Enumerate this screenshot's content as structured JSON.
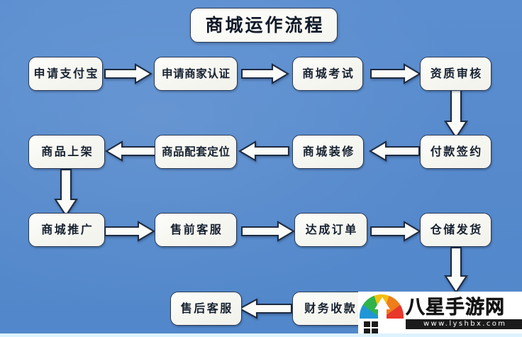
{
  "title": {
    "text": "商城运作流程"
  },
  "colors": {
    "background": "#5589cc",
    "box_fill": "#f8f8f3",
    "box_border": "#2b3a55",
    "arrow_fill": "#fbfbf8",
    "arrow_border": "#1d2b42",
    "text": "#15202f"
  },
  "nodes": [
    {
      "id": "apply-alipay",
      "label": "申请支付宝",
      "row": 1,
      "col": 1
    },
    {
      "id": "apply-merchant",
      "label": "申请商家认证",
      "row": 1,
      "col": 2
    },
    {
      "id": "mall-exam",
      "label": "商城考试",
      "row": 1,
      "col": 3
    },
    {
      "id": "qualification-audit",
      "label": "资质审核",
      "row": 1,
      "col": 4
    },
    {
      "id": "payment-contract",
      "label": "付款签约",
      "row": 2,
      "col": 4
    },
    {
      "id": "mall-decoration",
      "label": "商城装修",
      "row": 2,
      "col": 3
    },
    {
      "id": "product-positioning",
      "label": "商品配套定位",
      "row": 2,
      "col": 2
    },
    {
      "id": "product-listing",
      "label": "商品上架",
      "row": 2,
      "col": 1
    },
    {
      "id": "mall-promotion",
      "label": "商城推广",
      "row": 3,
      "col": 1
    },
    {
      "id": "presale-service",
      "label": "售前客服",
      "row": 3,
      "col": 2
    },
    {
      "id": "order-placed",
      "label": "达成订单",
      "row": 3,
      "col": 3
    },
    {
      "id": "warehouse-shipping",
      "label": "仓储发货",
      "row": 3,
      "col": 4
    },
    {
      "id": "finance-receipt",
      "label": "财务收款",
      "row": 4,
      "col": 3
    },
    {
      "id": "aftersale-service",
      "label": "售后客服",
      "row": 4,
      "col": 2
    }
  ],
  "connections": [
    {
      "from": "apply-alipay",
      "to": "apply-merchant",
      "direction": "right"
    },
    {
      "from": "apply-merchant",
      "to": "mall-exam",
      "direction": "right"
    },
    {
      "from": "mall-exam",
      "to": "qualification-audit",
      "direction": "right"
    },
    {
      "from": "qualification-audit",
      "to": "payment-contract",
      "direction": "down"
    },
    {
      "from": "payment-contract",
      "to": "mall-decoration",
      "direction": "left"
    },
    {
      "from": "mall-decoration",
      "to": "product-positioning",
      "direction": "left"
    },
    {
      "from": "product-positioning",
      "to": "product-listing",
      "direction": "left"
    },
    {
      "from": "product-listing",
      "to": "mall-promotion",
      "direction": "down"
    },
    {
      "from": "mall-promotion",
      "to": "presale-service",
      "direction": "right"
    },
    {
      "from": "presale-service",
      "to": "order-placed",
      "direction": "right"
    },
    {
      "from": "order-placed",
      "to": "warehouse-shipping",
      "direction": "right"
    },
    {
      "from": "warehouse-shipping",
      "to": "finance-receipt",
      "direction": "down"
    },
    {
      "from": "finance-receipt",
      "to": "aftersale-service",
      "direction": "left"
    }
  ],
  "watermark": {
    "name": "八星手游网",
    "url": "www.lyshbx.com"
  }
}
